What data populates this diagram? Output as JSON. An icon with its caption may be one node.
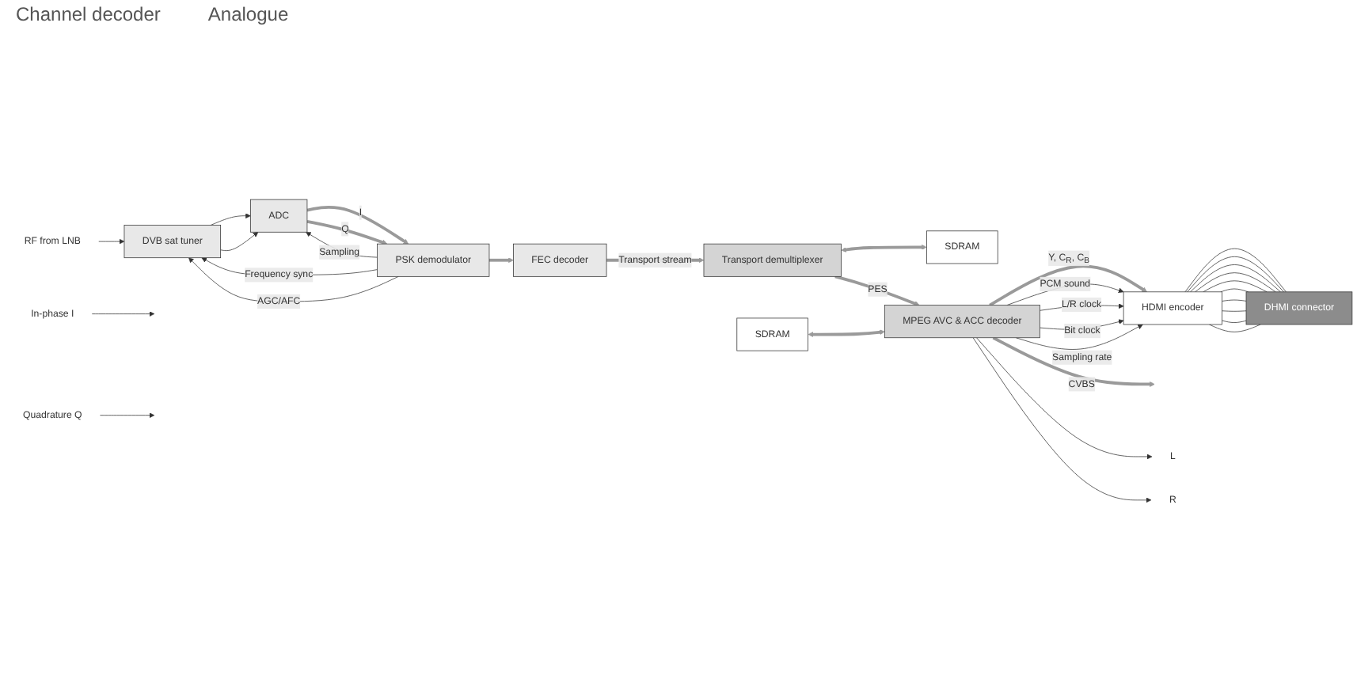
{
  "diagram": {
    "nodes": [
      {
        "text": [
          "RF from LNB"
        ]
      },
      {
        "text": [
          "DVB sat tuner"
        ]
      },
      {
        "text": [
          "ADC"
        ]
      },
      {
        "text": [
          "PSK demodulator"
        ]
      },
      {
        "text": [
          "FEC decoder"
        ]
      },
      {
        "text": [
          "Transport demultiplexer"
        ]
      },
      {
        "text": [
          "SDRAM"
        ]
      },
      {
        "text": [
          "SDRAM"
        ]
      },
      {
        "text": [
          "MPEG AVC & ACC decoder"
        ]
      },
      {
        "text": [
          "HDMI encoder"
        ]
      },
      {
        "text": [
          "DHMI connector"
        ]
      },
      {
        "text": [
          "In-phase I"
        ]
      },
      {
        "text": [
          "Quadrature Q"
        ]
      },
      {
        "text": [
          "L"
        ]
      },
      {
        "text": [
          "R"
        ]
      }
    ],
    "edges": [
      {
        "from": 0,
        "to": 1,
        "arrow": "to"
      },
      {
        "from": 1,
        "to": 2,
        "arrow": "to"
      },
      {
        "from": 1,
        "to": 2,
        "arrow": "to"
      },
      {
        "from": 11,
        "to": null,
        "arrow": "to"
      },
      {
        "from": 12,
        "to": null,
        "arrow": "to"
      },
      {
        "from": 2,
        "to": 3,
        "label": "I",
        "arrow": "to",
        "style": "thick",
        "color": "#9a9a9a"
      },
      {
        "from": 2,
        "to": 3,
        "label": "Q",
        "arrow": "to",
        "style": "thick",
        "color": "#9a9a9a"
      },
      {
        "from": 3,
        "to": 2,
        "label": "Sampling",
        "arrow": "to"
      },
      {
        "from": 3,
        "to": 1,
        "label": "Frequency sync",
        "arrow": "to"
      },
      {
        "from": 3,
        "to": 1,
        "label": "AGC/AFC",
        "arrow": "to"
      },
      {
        "from": 3,
        "to": 4,
        "arrow": "to",
        "style": "thick",
        "color": "#9a9a9a"
      },
      {
        "from": 4,
        "to": 5,
        "label": "Transport stream",
        "arrow": "to",
        "style": "thick",
        "color": "#9a9a9a"
      },
      {
        "from": 5,
        "to": 6,
        "arrow": "both",
        "style": "thick",
        "color": "#9a9a9a"
      },
      {
        "from": 7,
        "to": 8,
        "arrow": "both",
        "style": "thick",
        "color": "#9a9a9a"
      },
      {
        "from": 5,
        "to": 8,
        "label": "PES",
        "arrow": "to",
        "style": "thick",
        "color": "#9a9a9a"
      },
      {
        "from": 8,
        "to": 9,
        "label": "Y, C$_{R}$, C$_{B}$",
        "arrow": "to",
        "style": "thick",
        "color": "#9a9a9a"
      },
      {
        "from": 8,
        "to": 9,
        "label": "PCM sound",
        "arrow": "to"
      },
      {
        "from": 8,
        "to": 9,
        "label": "L/R clock",
        "arrow": "to"
      },
      {
        "from": 8,
        "to": 9,
        "label": "Bit clock",
        "arrow": "to"
      },
      {
        "from": 8,
        "to": 9,
        "label": "Sampling rate",
        "arrow": "to"
      },
      {
        "from": 8,
        "to": null,
        "label": "CVBS",
        "arrow": "to",
        "style": "thick",
        "color": "#9a9a9a"
      },
      {
        "from": 8,
        "to": 13,
        "arrow": "to"
      },
      {
        "from": 8,
        "to": 14,
        "arrow": "to"
      },
      {
        "from": 9,
        "to": 10,
        "arrow": "none"
      },
      {
        "from": 9,
        "to": 10,
        "arrow": "none"
      },
      {
        "from": 9,
        "to": 10,
        "arrow": "none"
      },
      {
        "from": 9,
        "to": 10,
        "arrow": "none"
      },
      {
        "from": 9,
        "to": 10,
        "arrow": "none"
      },
      {
        "from": 9,
        "to": 10,
        "arrow": "none"
      },
      {
        "from": 9,
        "to": 10,
        "arrow": "none"
      },
      {
        "from": 9,
        "to": 10,
        "arrow": "none"
      },
      {
        "from": 9,
        "to": 10,
        "arrow": "none"
      },
      {
        "from": 9,
        "to": 10,
        "arrow": "none"
      }
    ],
    "labels": [
      "Channel decoder",
      "Analogue"
    ]
  }
}
